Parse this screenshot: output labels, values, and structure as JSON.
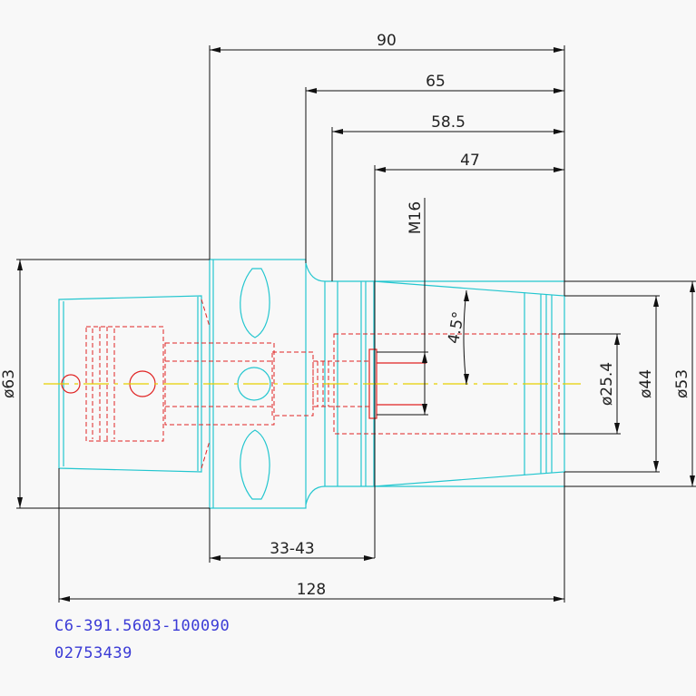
{
  "drawing": {
    "dimensions": {
      "d90": "90",
      "d65": "65",
      "d58_5": "58.5",
      "d47": "47",
      "thread": "M16",
      "angle": "4.5°",
      "dia63": "ø63",
      "dia25_4": "ø25.4",
      "dia44": "ø44",
      "dia53": "ø53",
      "range": "33-43",
      "overall": "128"
    },
    "colors": {
      "dimension": "#111111",
      "outline": "#23c6cf",
      "hidden": "#e02323",
      "centerline": "#e6d000",
      "caption": "#3b3bd6"
    }
  },
  "caption": {
    "part_number": "C6-391.5603-100090",
    "item_number": "02753439"
  }
}
